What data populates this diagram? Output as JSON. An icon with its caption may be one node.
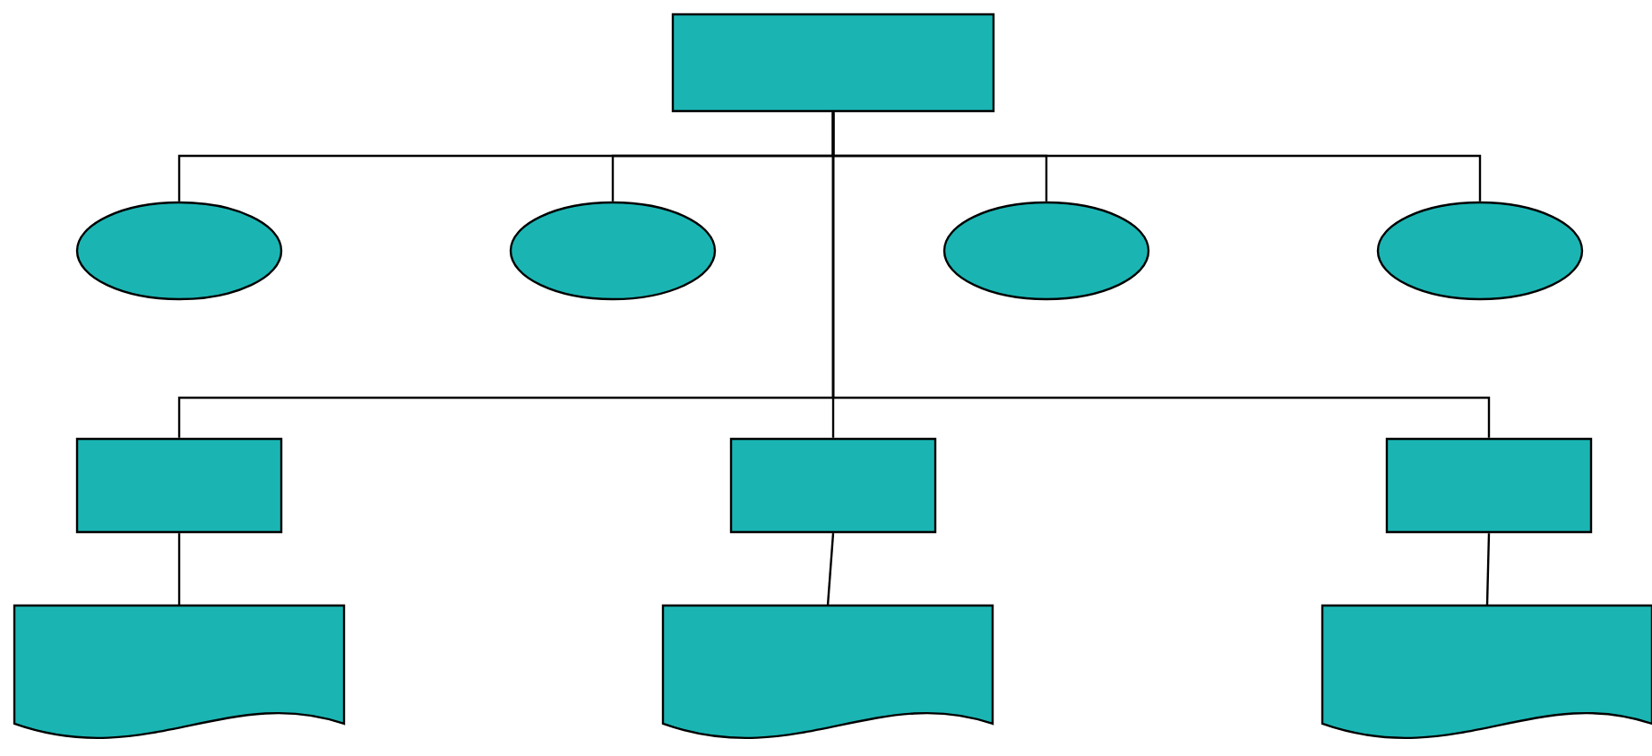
{
  "diagram": {
    "nodes": [
      {
        "text": [],
        "shape": "box"
      },
      {
        "text": [],
        "shape": "ellipse"
      },
      {
        "text": [],
        "shape": "ellipse"
      },
      {
        "text": [],
        "shape": "ellipse"
      },
      {
        "text": [],
        "shape": "ellipse"
      },
      {
        "text": [],
        "shape": "box"
      },
      {
        "text": [],
        "shape": "box"
      },
      {
        "text": [],
        "shape": "box"
      },
      {
        "text": [],
        "shape": "document"
      },
      {
        "text": [],
        "shape": "document"
      },
      {
        "text": [],
        "shape": "document"
      }
    ],
    "edges": [
      {
        "from": 0,
        "to": 1,
        "arrow": "none"
      },
      {
        "from": 0,
        "to": 2,
        "arrow": "none"
      },
      {
        "from": 0,
        "to": 3,
        "arrow": "none"
      },
      {
        "from": 0,
        "to": 4,
        "arrow": "none"
      },
      {
        "from": 0,
        "to": 5,
        "arrow": "none"
      },
      {
        "from": 0,
        "to": 6,
        "arrow": "none"
      },
      {
        "from": 0,
        "to": 7,
        "arrow": "none"
      },
      {
        "from": 5,
        "to": 8,
        "arrow": "none"
      },
      {
        "from": 6,
        "to": 9,
        "arrow": "none"
      },
      {
        "from": 7,
        "to": 10,
        "arrow": "none"
      }
    ]
  }
}
